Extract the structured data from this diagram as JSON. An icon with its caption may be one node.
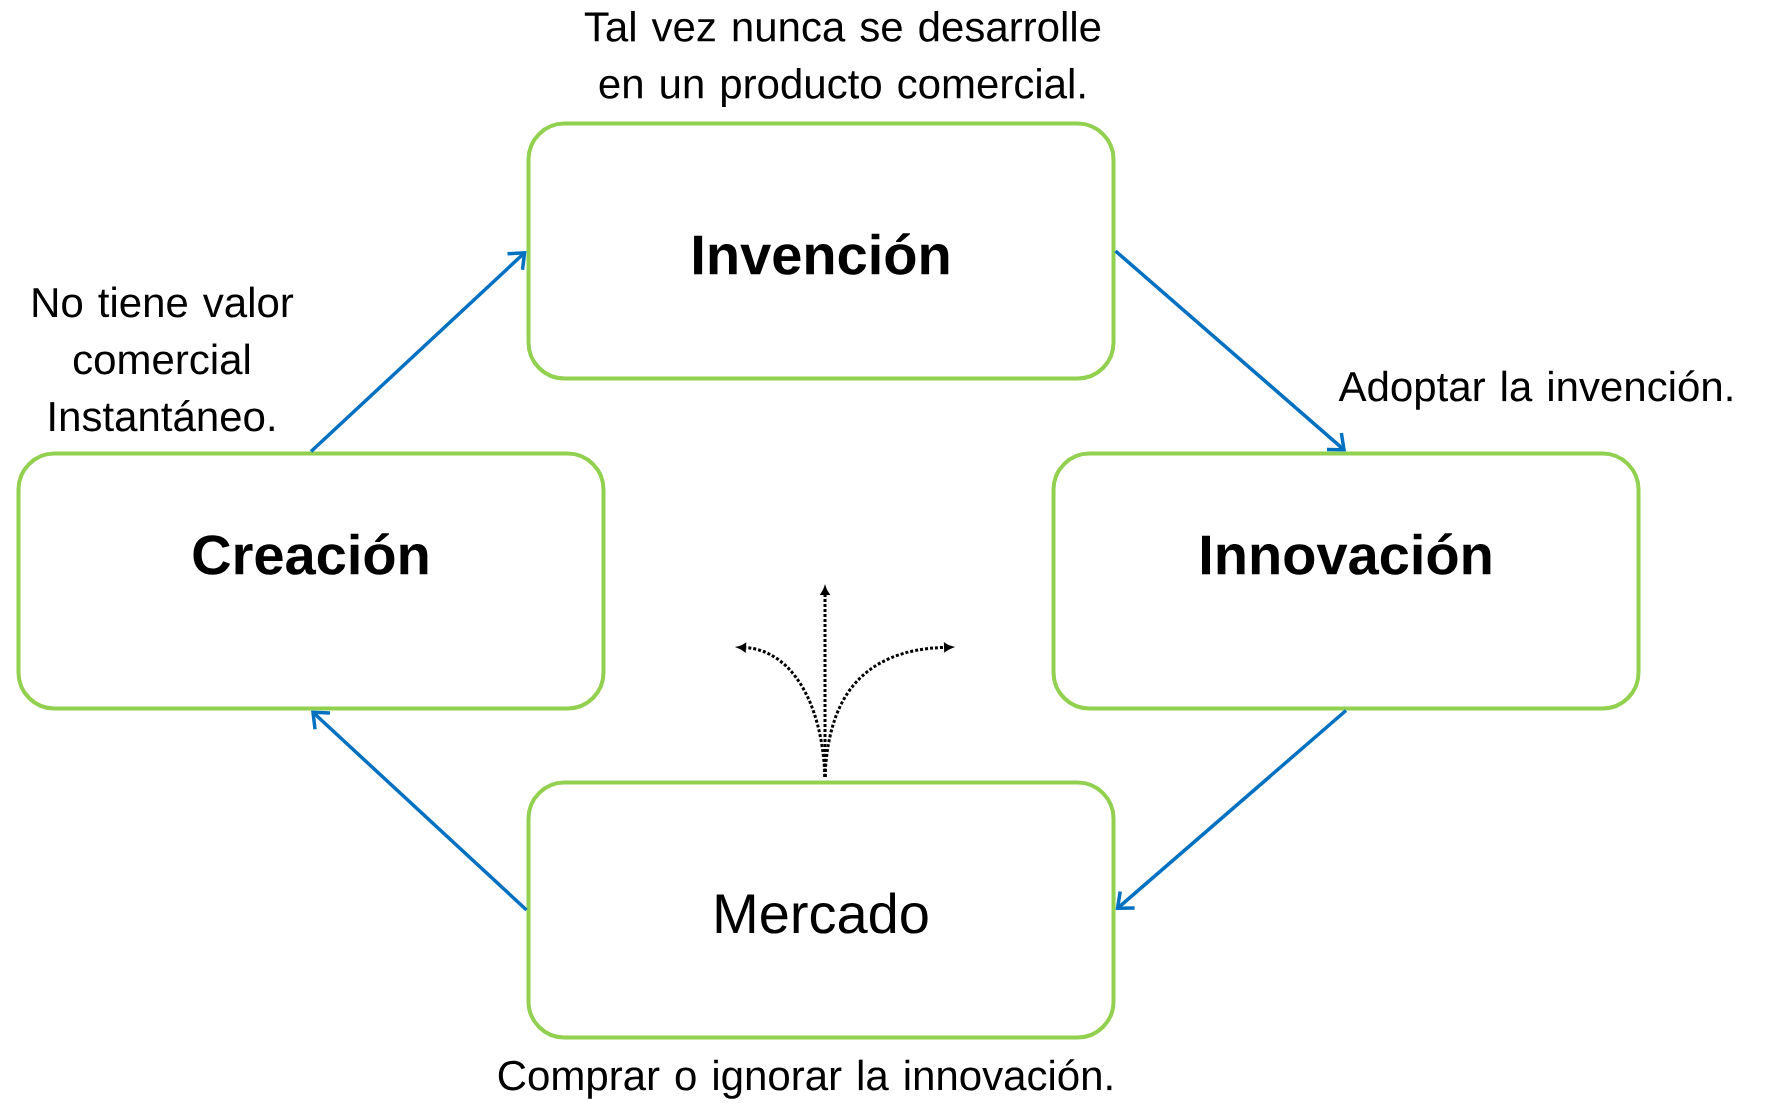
{
  "diagram": {
    "nodes": [
      {
        "text": [
          "Invención"
        ],
        "beside": [
          "Tal vez nunca se desarrolle en un producto comercial."
        ]
      },
      {
        "text": [
          "Creación"
        ],
        "beside": [
          "No tiene valor comercial Instantáneo."
        ]
      },
      {
        "text": [
          "Innovación"
        ],
        "beside": [
          "Adoptar la invención."
        ]
      },
      {
        "text": [
          "Mercado"
        ],
        "beside": [
          "Comprar o ignorar la innovación."
        ]
      }
    ],
    "edges": [
      {
        "from": 1,
        "to": 0,
        "arrow": "to"
      },
      {
        "from": 0,
        "to": 2,
        "arrow": "to"
      },
      {
        "from": 2,
        "to": 3,
        "arrow": "to"
      },
      {
        "from": 3,
        "to": 1,
        "arrow": "to"
      }
    ]
  }
}
